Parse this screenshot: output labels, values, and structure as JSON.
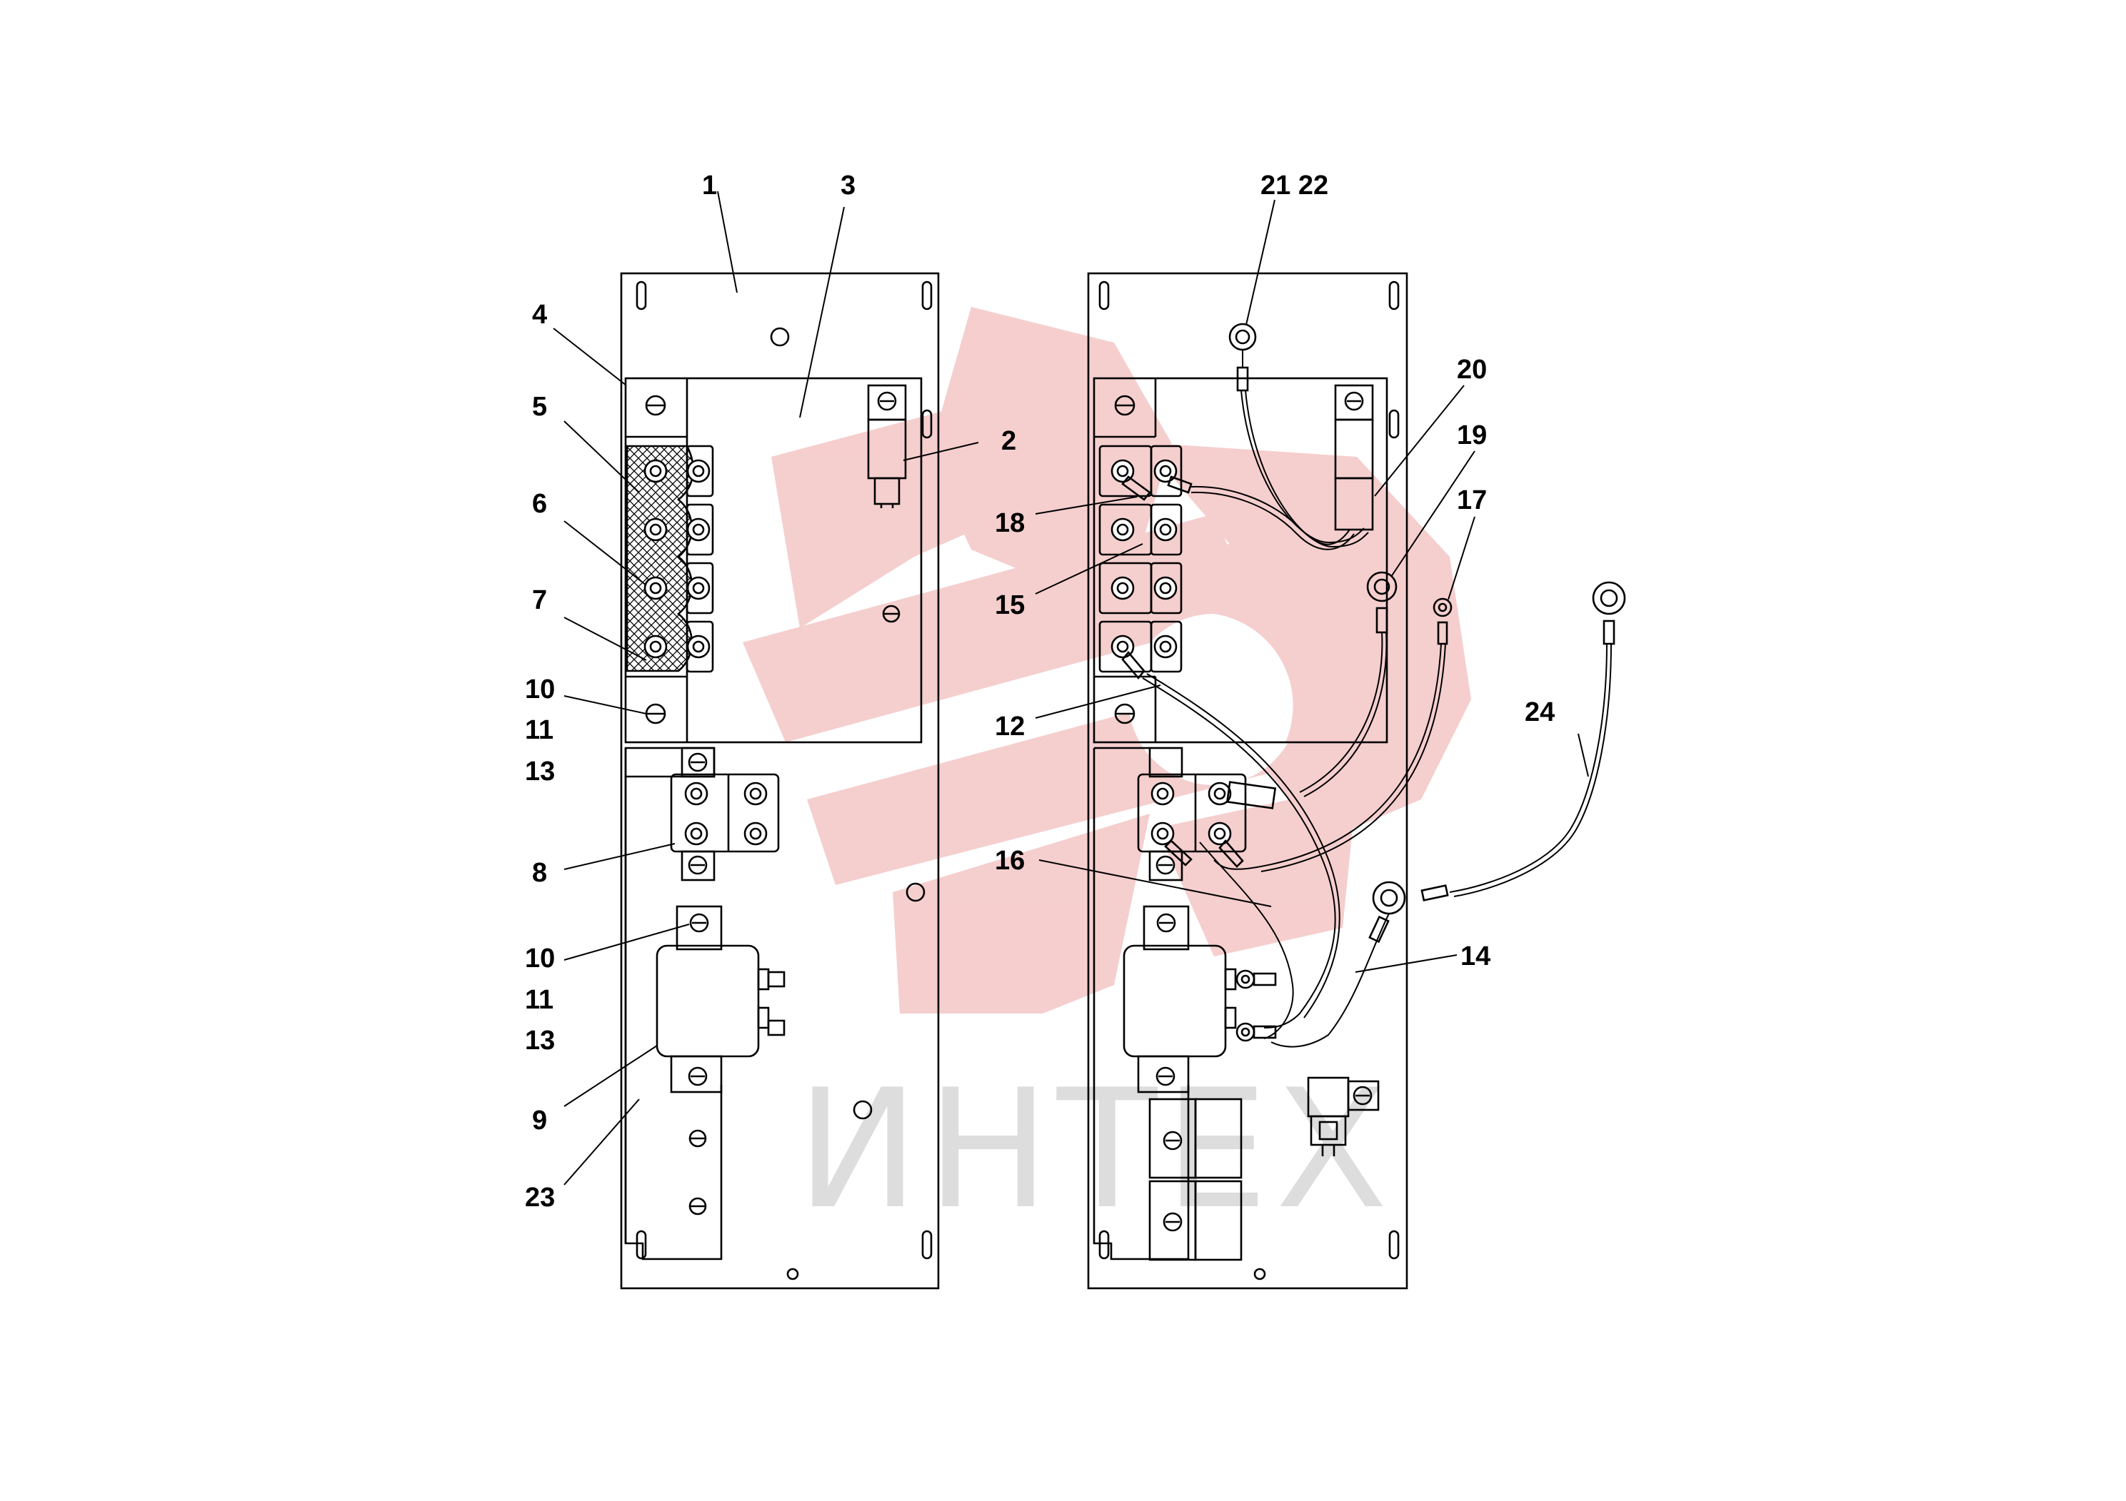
{
  "diagram": {
    "watermark_text": "ИНТЕХ",
    "colors": {
      "line": "#000000",
      "watermark_red": "#f2c0c0",
      "watermark_grey": "#d8d8d8",
      "hatch": "#000000"
    },
    "callouts": {
      "c1": "1",
      "c2": "2",
      "c3": "3",
      "c4": "4",
      "c5": "5",
      "c6": "6",
      "c7": "7",
      "c8": "8",
      "c9": "9",
      "c10a": "10",
      "c11a": "11",
      "c13a": "13",
      "c10b": "10",
      "c11b": "11",
      "c13b": "13",
      "c23": "23",
      "c2122": "21 22",
      "c20": "20",
      "c19": "19",
      "c17": "17",
      "c18": "18",
      "c15": "15",
      "c12": "12",
      "c24": "24",
      "c16": "16",
      "c14": "14"
    }
  }
}
